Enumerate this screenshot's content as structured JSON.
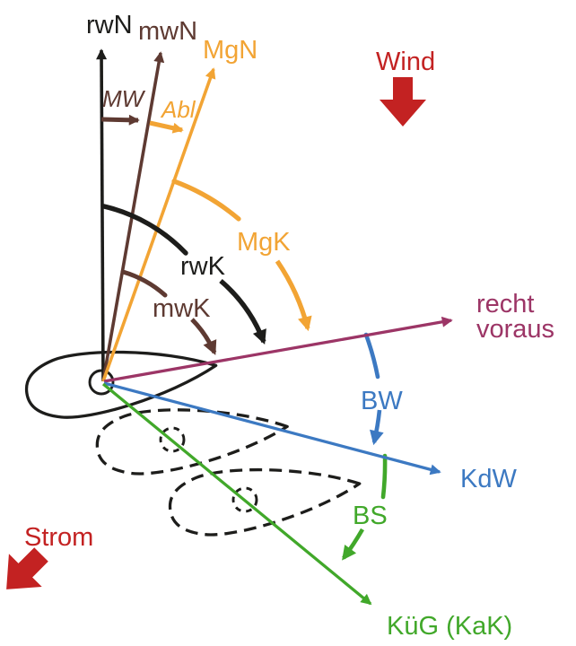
{
  "diagram": {
    "labels": {
      "true_north": "rwN",
      "magnetic_north": "mwN",
      "compass_north": "MgN",
      "variation": "MW",
      "deviation": "Abl",
      "wind": "Wind",
      "compass_course": "MgK",
      "true_course": "rwK",
      "magnetic_course": "mwK",
      "heading_line1": "recht",
      "heading_line2": "voraus",
      "leeway_correction": "BW",
      "course_through_water": "KdW",
      "current_correction": "BS",
      "course_over_ground": "KüG (KaK)",
      "current": "Strom"
    },
    "icons": {
      "wind_arrow": "block-arrow-down",
      "current_arrow": "block-arrow-down-left"
    }
  },
  "colors": {
    "black": "#1d1d1b",
    "brown": "#5e3a32",
    "orange": "#f2a434",
    "red": "#c32222",
    "purple": "#9c3566",
    "blue": "#3c79c2",
    "green": "#41a82a"
  }
}
